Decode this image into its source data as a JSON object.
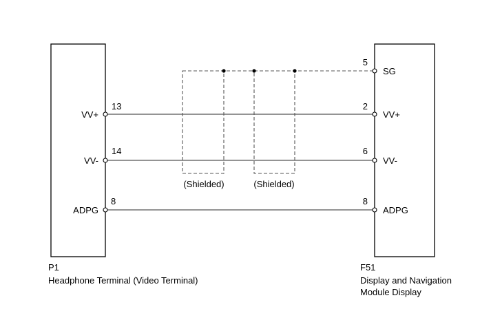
{
  "connectors": {
    "left": {
      "code": "P1",
      "name": "Headphone Terminal (Video Terminal)",
      "pins": [
        {
          "signal": "VV+",
          "number": "13"
        },
        {
          "signal": "VV-",
          "number": "14"
        },
        {
          "signal": "ADPG",
          "number": "8"
        }
      ]
    },
    "right": {
      "code": "F51",
      "name_line1": "Display and Navigation",
      "name_line2": "Module Display",
      "pins": [
        {
          "signal": "SG",
          "number": "5"
        },
        {
          "signal": "VV+",
          "number": "2"
        },
        {
          "signal": "VV-",
          "number": "6"
        },
        {
          "signal": "ADPG",
          "number": "8"
        }
      ]
    }
  },
  "shields": [
    {
      "label": "(Shielded)"
    },
    {
      "label": "(Shielded)"
    }
  ],
  "colors": {
    "wire": "#555555",
    "outline": "#000000",
    "background": "#ffffff"
  }
}
